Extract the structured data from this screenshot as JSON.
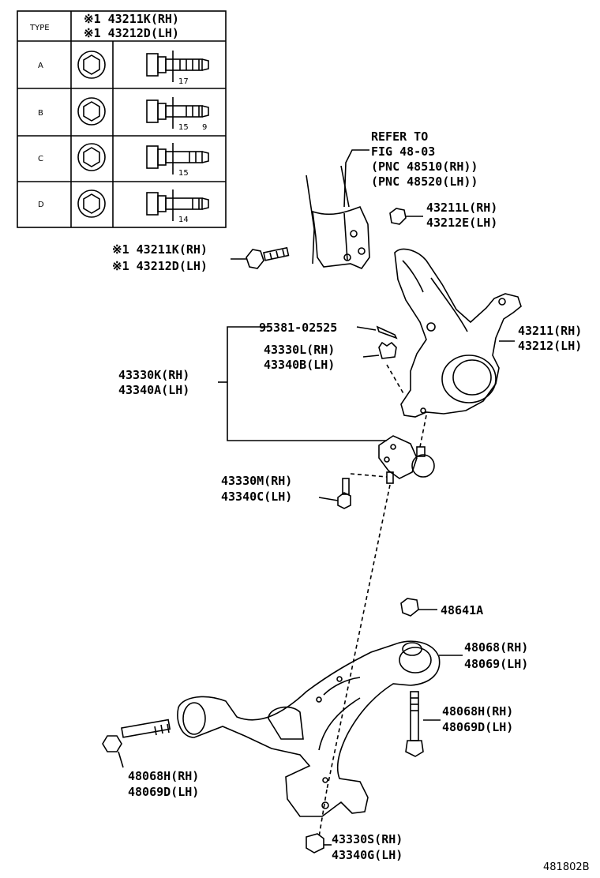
{
  "type_table": {
    "header_type": "TYPE",
    "header_line1": "※1 43211K(RH)",
    "header_line2": "※1 43212D(LH)",
    "rows": [
      {
        "type": "A",
        "dim1": "17",
        "dim2": ""
      },
      {
        "type": "B",
        "dim1": "15",
        "dim2": "9"
      },
      {
        "type": "C",
        "dim1": "15",
        "dim2": ""
      },
      {
        "type": "D",
        "dim1": "14",
        "dim2": ""
      }
    ]
  },
  "labels": {
    "refer_l1": "REFER TO",
    "refer_l2": "FIG 48-03",
    "refer_l3": "(PNC 48510(RH))",
    "refer_l4": "(PNC 48520(LH))",
    "p43211L_rh": "43211L(RH)",
    "p43212E_lh": "43212E(LH)",
    "p43211K_rh": "※1 43211K(RH)",
    "p43212D_lh": "※1 43212D(LH)",
    "p95381": "95381-02525",
    "p43330L_rh": "43330L(RH)",
    "p43340B_lh": "43340B(LH)",
    "p43211_rh": "43211(RH)",
    "p43212_lh": "43212(LH)",
    "p43330K_rh": "43330K(RH)",
    "p43340A_lh": "43340A(LH)",
    "p43330M_rh": "43330M(RH)",
    "p43340C_lh": "43340C(LH)",
    "p48641A": "48641A",
    "p48068_rh": "48068(RH)",
    "p48069_lh": "48069(LH)",
    "p48068H_rh_right": "48068H(RH)",
    "p48069D_lh_right": "48069D(LH)",
    "p48068H_rh_left": "48068H(RH)",
    "p48069D_lh_left": "48069D(LH)",
    "p43330S_rh": "43330S(RH)",
    "p43340G_lh": "43340G(LH)",
    "figure_id": "481802B"
  }
}
